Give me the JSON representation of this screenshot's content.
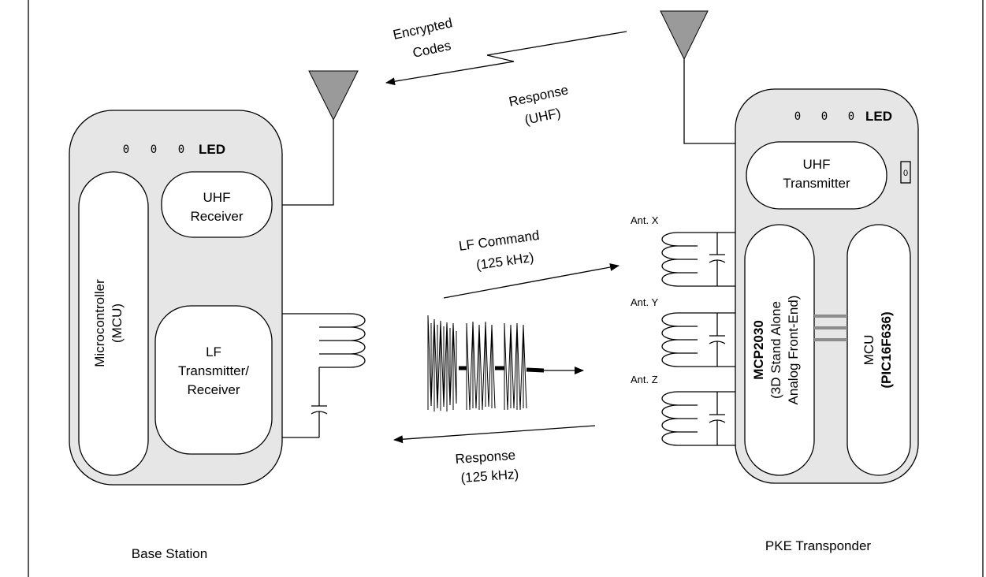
{
  "base_station": {
    "caption": "Base Station",
    "led_marks": [
      "0",
      "0",
      "0"
    ],
    "led_label": "LED",
    "mcu_line1": "Microcontroller",
    "mcu_line2": "(MCU)",
    "uhf_receiver_line1": "UHF",
    "uhf_receiver_line2": "Receiver",
    "lf_line1": "LF",
    "lf_line2": "Transmitter/",
    "lf_line3": "Receiver"
  },
  "transponder": {
    "caption": "PKE Transponder",
    "led_marks": [
      "0",
      "0",
      "0"
    ],
    "led_label": "LED",
    "uhf_tx_line1": "UHF",
    "uhf_tx_line2": "Transmitter",
    "button_mark": "0",
    "afe_line1": "MCP2030",
    "afe_line2": "(3D Stand Alone",
    "afe_line3": "Analog Front-End)",
    "mcu_line1": "MCU",
    "mcu_line2": "(PIC16F636)",
    "antenna_x": "Ant. X",
    "antenna_y": "Ant. Y",
    "antenna_z": "Ant. Z"
  },
  "links": {
    "encrypted_line1": "Encrypted",
    "encrypted_line2": "Codes",
    "uhf_response_line1": "Response",
    "uhf_response_line2": "(UHF)",
    "lf_command_line1": "LF Command",
    "lf_command_line2": "(125 kHz)",
    "lf_response_line1": "Response",
    "lf_response_line2": "(125 kHz)"
  },
  "colors": {
    "body_fill": "#e6e6e6",
    "antenna_fill": "#9a9a9a",
    "connector_gray": "#8c8c8c"
  }
}
